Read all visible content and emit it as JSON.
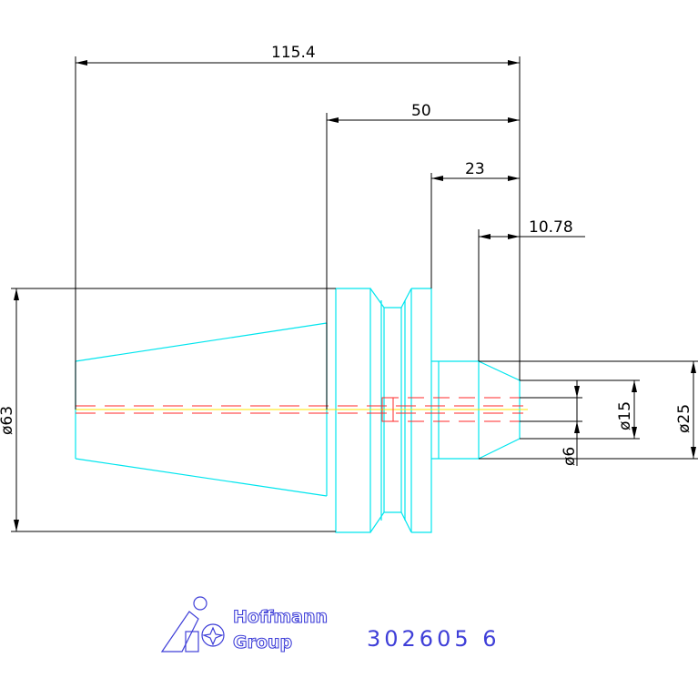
{
  "drawing": {
    "colors": {
      "part_outline": "#00e5ee",
      "dimension": "#000000",
      "centerline": "#ff2a2a",
      "axis": "#ffe600",
      "brand": "#3f3fd8"
    },
    "dimensions": {
      "overall_length": "115.4",
      "flange_length": "50",
      "shank_length": "23",
      "nose_length": "10.78",
      "taper_diameter": "ø63",
      "bore_diameter": "ø6",
      "collar_diameter": "ø15",
      "nose_diameter": "ø25"
    },
    "logo": {
      "line1": "Hoffmann",
      "line2": "Group"
    },
    "part_number": "302605 6"
  }
}
